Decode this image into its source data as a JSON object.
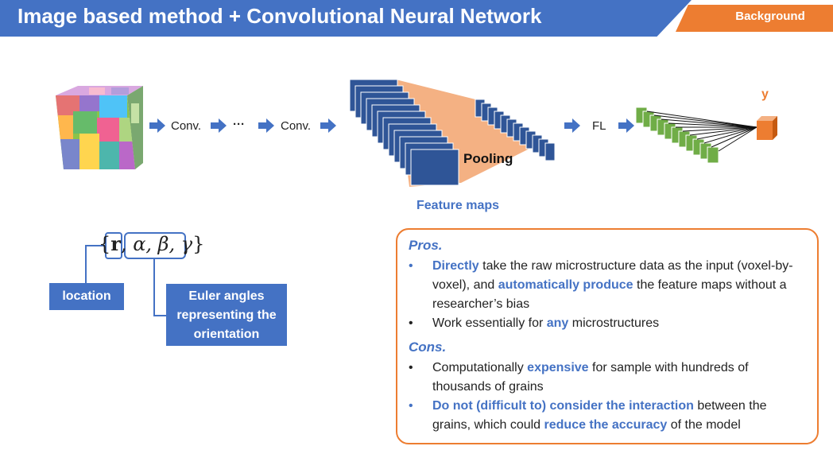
{
  "header": {
    "title": "Image based method + Convolutional Neural Network",
    "tag": "Background"
  },
  "pipeline": {
    "conv1": "Conv.",
    "ellipsis": "···",
    "conv2": "Conv.",
    "pooling": "Pooling",
    "feature_maps": "Feature maps",
    "fl": "FL",
    "output": "y"
  },
  "formula": {
    "open": "{",
    "r": "r",
    "comma": ",",
    "angles": " α, β, γ",
    "close": "}",
    "location": "location",
    "euler": "Euler angles representing the orientation"
  },
  "pros": {
    "heading": "Pros.",
    "item1": {
      "bullet": "•",
      "hl1": "Directly",
      "t1": " take the raw microstructure data as the input (voxel-by-voxel), and ",
      "hl2": "automatically produce",
      "t2": " the feature maps without a researcher’s bias"
    },
    "item2": {
      "bullet": "•",
      "t1": "Work essentially for ",
      "hl1": "any",
      "t2": " microstructures"
    }
  },
  "cons": {
    "heading": "Cons.",
    "item1": {
      "bullet": "•",
      "t1": "Computationally ",
      "hl1": "expensive",
      "t2": " for sample with hundreds of thousands of grains"
    },
    "item2": {
      "bullet": "•",
      "hl1": "Do not (difficult to) consider the interaction",
      "t1": " between the grains, which could ",
      "hl2": "reduce the accuracy",
      "t2": " of the model"
    }
  },
  "colors": {
    "primary_blue": "#4472c4",
    "accent_orange": "#ed7d31",
    "fc_green": "#70ad47",
    "pooling_fill": "#f4b183"
  }
}
